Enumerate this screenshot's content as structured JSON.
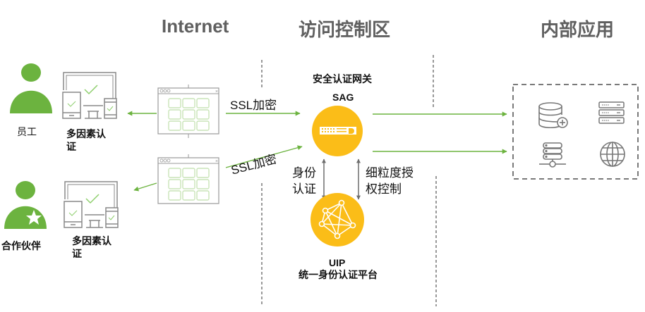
{
  "zones": {
    "internet": "Internet",
    "access_control": "访问控制区",
    "internal_apps": "内部应用"
  },
  "actors": [
    {
      "label": "员工",
      "device_label_line1": "多因素认",
      "device_label_line2": "证"
    },
    {
      "label": "合作伙伴",
      "device_label_line1": "多因素认",
      "device_label_line2": "证"
    }
  ],
  "links": {
    "ssl_top": "SSL加密",
    "ssl_bottom": "SSL加密",
    "identity_auth_line1": "身份",
    "identity_auth_line2": "认证",
    "fine_grained_line1": "细粒度授",
    "fine_grained_line2": "权控制"
  },
  "gateway": {
    "title": "安全认证网关",
    "abbr": "SAG",
    "icon": "network-appliance-icon"
  },
  "uip": {
    "abbr": "UIP",
    "title": "统一身份认证平台",
    "icon": "network-mesh-icon"
  },
  "internal_resources": [
    {
      "icon": "database-add-icon"
    },
    {
      "icon": "server-rack-icon"
    },
    {
      "icon": "server-network-icon"
    },
    {
      "icon": "globe-icon"
    }
  ],
  "colors": {
    "green": "#6cb33f",
    "yellow": "#fbbd18",
    "gray": "#707070",
    "title_gray": "#5f5f5f"
  }
}
